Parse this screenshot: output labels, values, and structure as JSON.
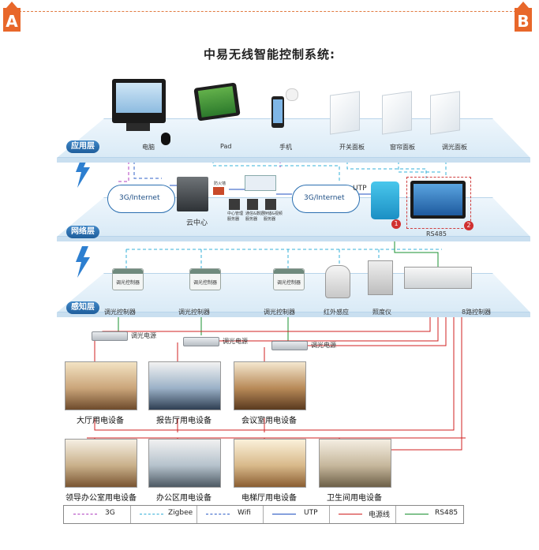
{
  "markers": {
    "a": "A",
    "b": "B"
  },
  "title": "中易无线智能控制系统:",
  "layers": {
    "app": "应用层",
    "network": "网络层",
    "sense": "感知层"
  },
  "app_devices": [
    "电脑",
    "Pad",
    "手机",
    "开关面板",
    "窗帘面板",
    "调光面板"
  ],
  "network": {
    "cloud_left": "3G/Internet",
    "cloud_right": "3G/Internet",
    "cloud_center": "云中心",
    "firewall": "防火墙",
    "servers": [
      "中心管理\n服务器",
      "通信&数据\n服务器",
      "存储&视频\n服务器"
    ],
    "utp": "UTP",
    "rs485": "RS485",
    "badge1": "1",
    "badge2": "2"
  },
  "sense_devices": [
    "调光控制器",
    "调光控制器",
    "调光控制器",
    "红外感应",
    "照度仪",
    "8路控制器"
  ],
  "device_face_label": "调光控制器",
  "power_supplies": [
    "调光电源",
    "调光电源",
    "调光电源"
  ],
  "rooms_row1": [
    "大厅用电设备",
    "报告厅用电设备",
    "会议室用电设备"
  ],
  "rooms_row2": [
    "领导办公室用电设备",
    "办公区用电设备",
    "电梯厅用电设备",
    "卫生间用电设备"
  ],
  "legend": [
    {
      "label": "3G",
      "color": "#b040c0",
      "style": "dashed"
    },
    {
      "label": "Zigbee",
      "color": "#35b0d8",
      "style": "dashed"
    },
    {
      "label": "Wifi",
      "color": "#3060c8",
      "style": "dashed"
    },
    {
      "label": "UTP",
      "color": "#2050c0",
      "style": "solid"
    },
    {
      "label": "电源线",
      "color": "#d02020",
      "style": "solid"
    },
    {
      "label": "RS485",
      "color": "#189030",
      "style": "solid"
    }
  ]
}
